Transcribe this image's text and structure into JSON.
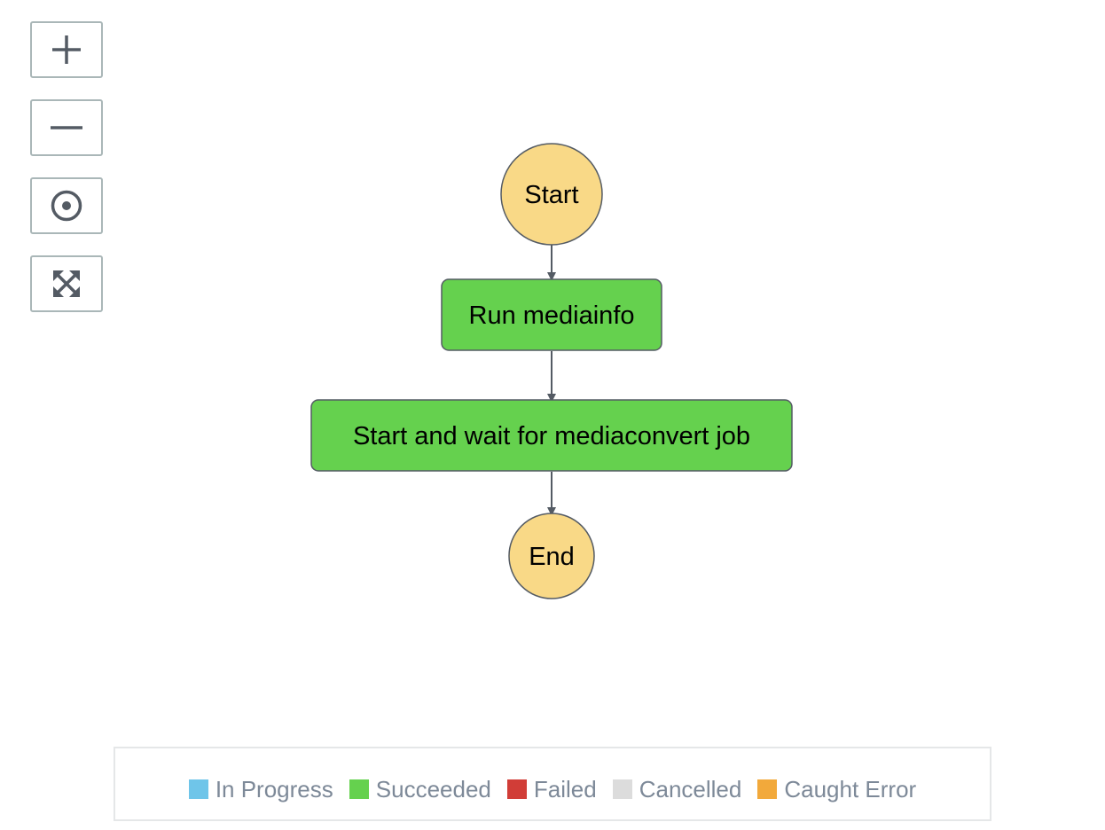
{
  "controls": {
    "zoom_in_icon": "plus-icon",
    "zoom_out_icon": "minus-icon",
    "center_icon": "target-icon",
    "fit_icon": "expand-arrows-icon"
  },
  "graph": {
    "nodes": {
      "start": {
        "label": "Start",
        "kind": "terminal",
        "color": "#f9d987"
      },
      "run_mediainfo": {
        "label": "Run mediainfo",
        "kind": "task",
        "status": "Succeeded",
        "color": "#65d14e"
      },
      "mediaconvert": {
        "label": "Start and wait for mediaconvert job",
        "kind": "task",
        "status": "Succeeded",
        "color": "#65d14e"
      },
      "end": {
        "label": "End",
        "kind": "terminal",
        "color": "#f9d987"
      }
    },
    "edges": [
      [
        "start",
        "run_mediainfo"
      ],
      [
        "run_mediainfo",
        "mediaconvert"
      ],
      [
        "mediaconvert",
        "end"
      ]
    ]
  },
  "legend": {
    "items": [
      {
        "label": "In Progress",
        "color": "#6fc5e9"
      },
      {
        "label": "Succeeded",
        "color": "#65d14e"
      },
      {
        "label": "Failed",
        "color": "#d13d37"
      },
      {
        "label": "Cancelled",
        "color": "#dcdcdc"
      },
      {
        "label": "Caught Error",
        "color": "#f2a93b"
      }
    ]
  }
}
